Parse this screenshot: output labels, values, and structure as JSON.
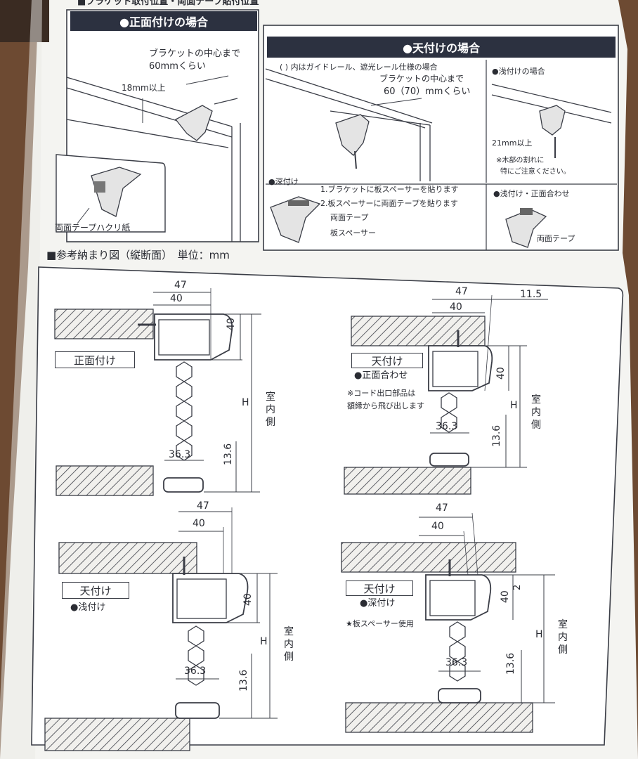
{
  "top_title": "■ブラケット取付位置・両面テープ貼付位置",
  "front": {
    "header": "●正面付けの場合",
    "center_note": "ブラケットの中心まで",
    "center_value": "60mmくらい",
    "min_note": "18mm以上",
    "tape_label": "両面テープハクリ紙"
  },
  "ceiling": {
    "header": "●天付けの場合",
    "paren_note": "( ) 内はガイドレール、遮光レール仕様の場合",
    "center_note": "ブラケットの中心まで",
    "center_value": "60（70）mmくらい",
    "shallow_title": "●浅付けの場合",
    "shallow_min": "21mm以上",
    "wood_note_1": "※木部の割れに",
    "wood_note_2": "特にご注意ください。",
    "deep_title": "●深付け",
    "deep_step1": "1.ブラケットに板スペーサーを貼ります",
    "deep_step2": "2.板スペーサーに両面テープを貼ります",
    "deep_tape": "両面テープ",
    "deep_spacer": "板スペーサー",
    "flush_title": "●浅付け・正面合わせ",
    "flush_tape": "両面テープ"
  },
  "ref": {
    "title": "■参考納まり図（縦断面）　単位：mm",
    "indoor": "室内側",
    "H": "H",
    "dims": {
      "w47": "47",
      "w40": "40",
      "h40": "40",
      "w363": "36.3",
      "h136": "13.6",
      "d115": "11.5",
      "d2": "2"
    },
    "d1_label": "正面付け",
    "d2_label": "天付け",
    "d2_sub": "●正面合わせ",
    "d2_note_1": "※コード出口部品は",
    "d2_note_2": "額縁から飛び出します",
    "d3_label": "天付け",
    "d3_sub": "●浅付け",
    "d4_label": "天付け",
    "d4_sub": "●深付け",
    "d4_note": "★板スペーサー使用"
  }
}
